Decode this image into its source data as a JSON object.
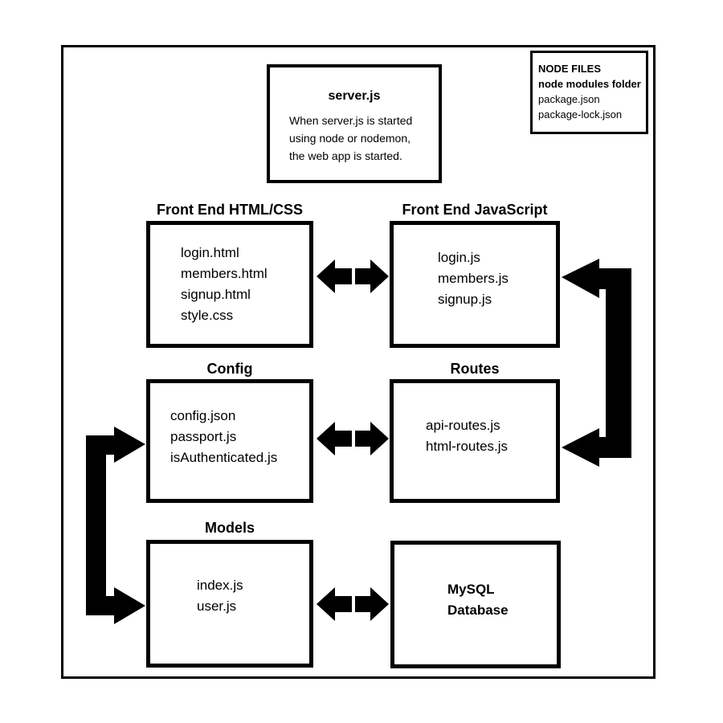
{
  "canvas": {
    "background": "#ffffff",
    "ink": "#000000"
  },
  "server_box": {
    "title": "server.js",
    "description_lines": [
      "When server.js is started",
      "using node or nodemon,",
      "the web app is started."
    ]
  },
  "node_files": {
    "heading_lines": [
      "NODE FILES",
      "node modules folder"
    ],
    "file_lines": [
      "package.json",
      "package-lock.json"
    ]
  },
  "boxes": {
    "frontend_html_css": {
      "label": "Front End HTML/CSS",
      "items": [
        "login.html",
        "members.html",
        "signup.html",
        "style.css"
      ]
    },
    "frontend_js": {
      "label": "Front End JavaScript",
      "items": [
        "login.js",
        "members.js",
        "signup.js"
      ]
    },
    "config": {
      "label": "Config",
      "items": [
        "config.json",
        "passport.js",
        "isAuthenticated.js"
      ]
    },
    "routes": {
      "label": "Routes",
      "items": [
        "api-routes.js",
        "html-routes.js"
      ]
    },
    "models": {
      "label": "Models",
      "items": [
        "index.js",
        "user.js"
      ]
    },
    "mysql": {
      "title_lines": [
        "MySQL",
        "Database"
      ]
    }
  },
  "connectors": {
    "frontend_html_js": "bidirectional-double-arrow",
    "config_routes": "bidirectional-double-arrow",
    "models_mysql": "bidirectional-double-arrow",
    "frontendjs_to_routes": "right-side-bracket-arrow-pointing-left",
    "config_to_models": "left-side-bracket-arrow-pointing-right"
  }
}
